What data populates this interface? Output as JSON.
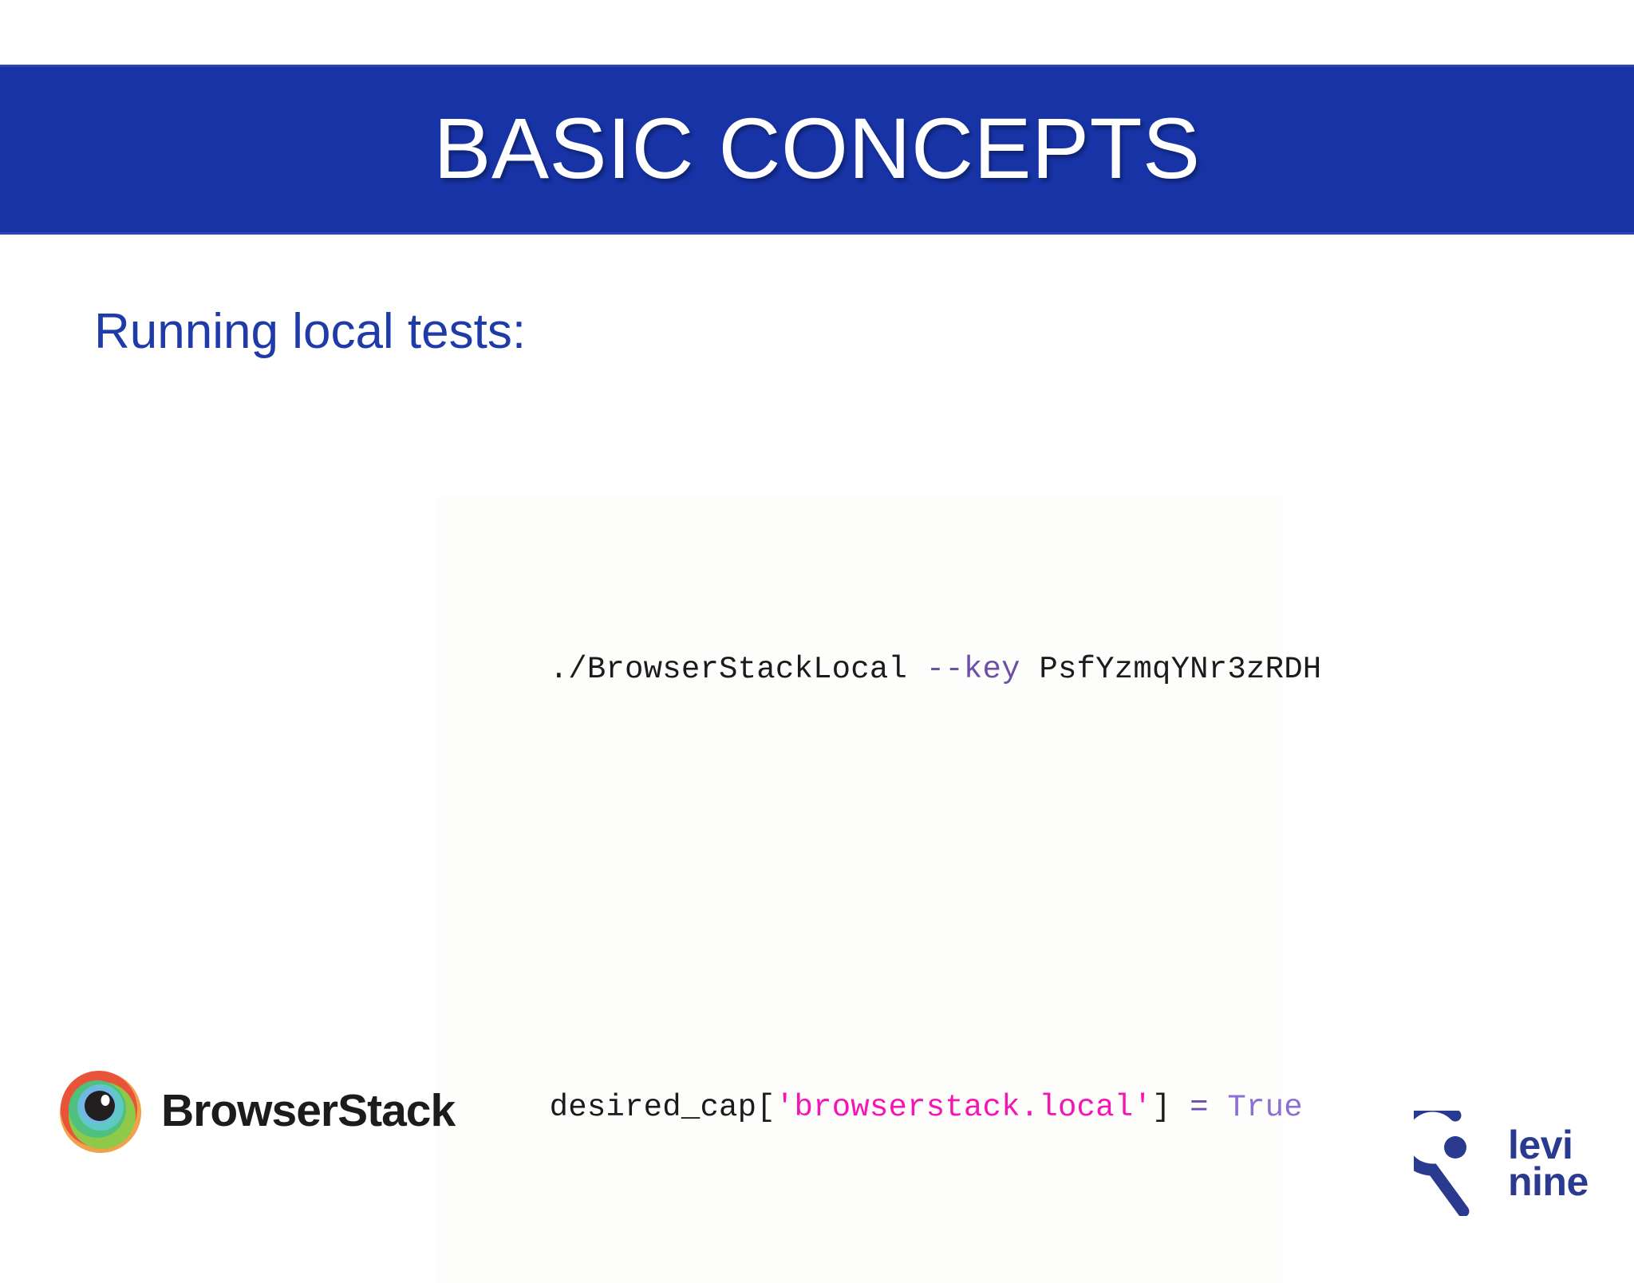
{
  "slide": {
    "title": "BASIC CONCEPTS",
    "subtitle": "Running local tests:",
    "background_color": "#FFFFFF",
    "banner_color": "#1733A5",
    "subtitle_color": "#1F3BA8"
  },
  "code": {
    "background_color": "#FDFDFB",
    "line1": {
      "command": "./BrowserStackLocal",
      "flag": " --key",
      "value": " PsfYzmqYNr3zRDH",
      "full_text": "./BrowserStackLocal --key PsfYzmqYNr3zRDH"
    },
    "line2": {
      "variable": "desired_cap",
      "open_bracket": "[",
      "string_key": "'browserstack.local'",
      "close_bracket": "]",
      "operator": " = ",
      "boolean_value": "True",
      "full_text": "desired_cap['browserstack.local'] = True"
    },
    "colors": {
      "plain": "#1B1B1B",
      "operator": "#6B4FA8",
      "string": "#F515B6",
      "keyword": "#8B6FD1"
    }
  },
  "logos": {
    "browserstack": {
      "name": "BrowserStack",
      "wordmark": "BrowserStack",
      "mark_colors": {
        "outer_ring": "#F08A3C",
        "red_ring": "#E8533A",
        "green_ring": "#6CBE45",
        "teal_ring": "#4FC3B0",
        "blue_ring": "#5BA8DE",
        "pupil": "#231F20",
        "highlight": "#FFFFFF"
      }
    },
    "levinine": {
      "name": "levi nine",
      "line1": "levi",
      "line2": "nine",
      "color": "#2A3A8F"
    }
  }
}
